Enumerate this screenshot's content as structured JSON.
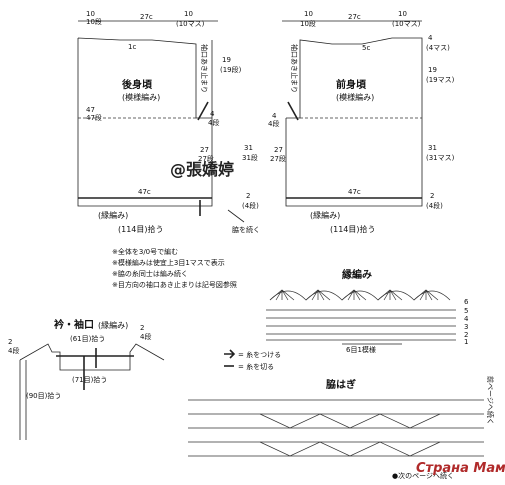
{
  "back": {
    "top_left": "10",
    "top_left_rows": "10段",
    "top_width": "27c",
    "top_right": "10",
    "top_right_rows": "(10マス)",
    "neck": "1c",
    "title": "後身頃",
    "pattern": "(模様編み)",
    "armhole_note": "袖口あき止まり",
    "side_depth": "47",
    "side_depth_rows": "47段",
    "arm_depth": "19",
    "arm_depth_rows": "(19段)",
    "corner": "4",
    "corner_rows": "4段",
    "lower_side": "27",
    "lower_side_rows": "27段",
    "bottom_width": "47c",
    "hem": "(縁編み)",
    "pickup": "(114目)拾う"
  },
  "front": {
    "top_left": "10",
    "top_left_rows": "10段",
    "top_width": "27c",
    "top_right": "10",
    "top_right_rows": "(10マス)",
    "neck": "5c",
    "title": "前身頃",
    "pattern": "(模様編み)",
    "armhole_note": "袖口あき止まり",
    "right_top": "4",
    "right_top_rows": "(4マス)",
    "right_arm": "19",
    "right_arm_rows": "(19マス)",
    "right_side": "31",
    "right_side_rows": "(31マス)",
    "corner": "4",
    "corner_rows": "4段",
    "lower_side": "27",
    "lower_side_rows": "27段",
    "bottom_width": "47c",
    "bottom_right": "2",
    "bottom_right_rows": "(4段)",
    "hem": "(縁編み)",
    "pickup": "(114目)拾う"
  },
  "side_seam": "31",
  "side_seam_rows": "31段",
  "side_hem": "2",
  "side_hem_rows": "(4段)",
  "seam_continue": "脇を続く",
  "watermark": "@張嬌婷",
  "notes": [
    "※全体を3/0号で編む",
    "※模様編みは使宜上3目1マスで表示",
    "※脇の糸同士は編み続く",
    "※目方向の袖口あき止まりは記号図参照"
  ],
  "border": {
    "title": "縁編み",
    "rows": [
      "6",
      "5",
      "4",
      "3",
      "2",
      "1"
    ],
    "repeat": "6目1模様"
  },
  "neck_cuff": {
    "title": "衿・袖口",
    "pattern": "(縁編み)",
    "neck_pickup": "(61目)拾う",
    "back_pickup": "(71目)拾う",
    "sleeve_pickup": "(90目)拾う",
    "left_dim": "2",
    "left_dim_rows": "4段",
    "right_dim": "2",
    "right_dim_rows": "4段"
  },
  "legend": {
    "attach": "= 糸をつける",
    "cut": "= 糸を切る"
  },
  "side": {
    "title": "脇はぎ",
    "cont": "前ページへ続く",
    "next": "●次のページへ続く"
  },
  "site": "Страна Мам"
}
